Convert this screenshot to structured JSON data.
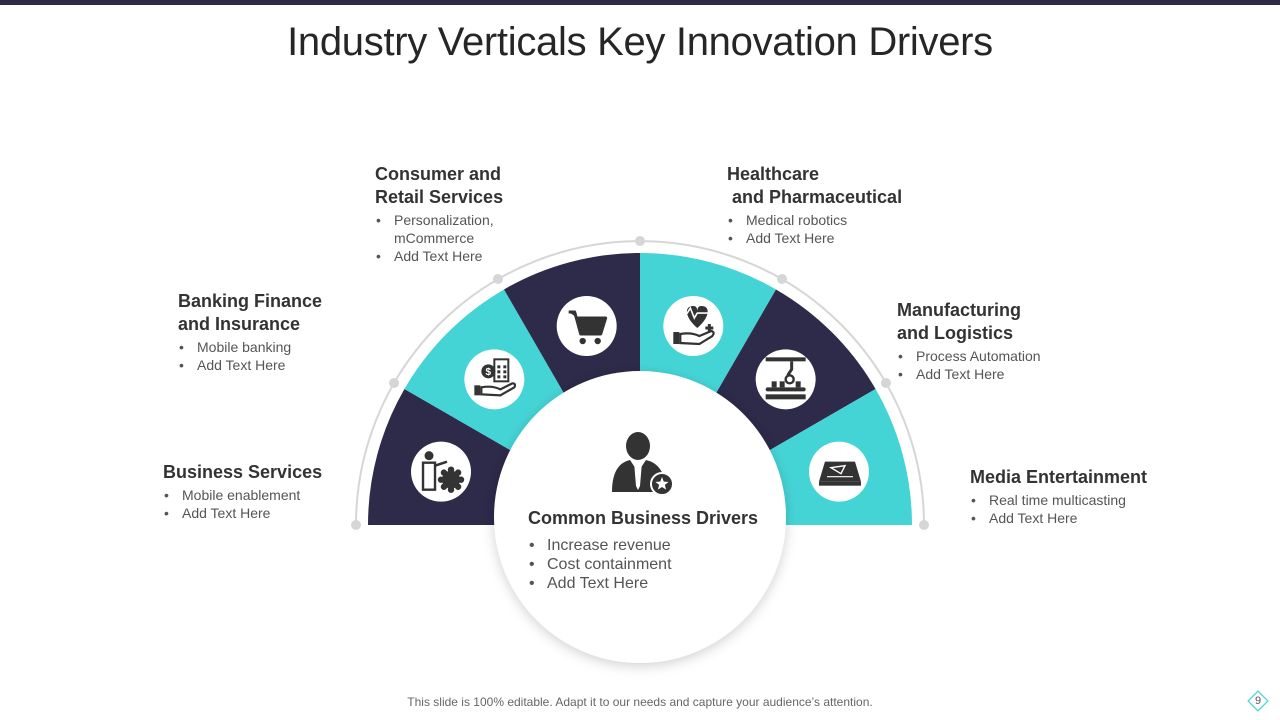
{
  "title": "Industry Verticals Key Innovation Drivers",
  "colors": {
    "dark": "#2d2a4a",
    "teal": "#45d4d6",
    "arc": "#d6d6d6",
    "icon": "#333333"
  },
  "segments": [
    {
      "color": "dark",
      "icon": "person-gear-icon",
      "title": "Business Services",
      "bullets": [
        "Mobile enablement",
        "Add Text Here"
      ]
    },
    {
      "color": "teal",
      "icon": "hand-money-calculator-icon",
      "title": "Banking Finance\nand Insurance",
      "bullets": [
        "Mobile banking",
        "Add Text Here"
      ]
    },
    {
      "color": "dark",
      "icon": "shopping-cart-icon",
      "title": "Consumer and\nRetail Services",
      "bullets": [
        "Personalization,\nmCommerce",
        "Add Text Here"
      ]
    },
    {
      "color": "teal",
      "icon": "hand-heart-icon",
      "title": "Healthcare\n and Pharmaceutical",
      "bullets": [
        "Medical robotics",
        "Add Text Here"
      ]
    },
    {
      "color": "dark",
      "icon": "conveyor-robot-arm-icon",
      "title": "Manufacturing\nand Logistics",
      "bullets": [
        "Process Automation",
        "Add Text Here"
      ]
    },
    {
      "color": "teal",
      "icon": "media-device-icon",
      "title": "Media Entertainment",
      "bullets": [
        "Real time multicasting",
        "Add Text Here"
      ]
    }
  ],
  "center": {
    "icon": "businessman-star-icon",
    "title": "Common Business Drivers",
    "bullets": [
      "Increase revenue",
      "Cost containment",
      "Add Text Here"
    ]
  },
  "footer": "This slide is 100% editable. Adapt it to our needs and capture your audience’s attention.",
  "page_number": "9"
}
